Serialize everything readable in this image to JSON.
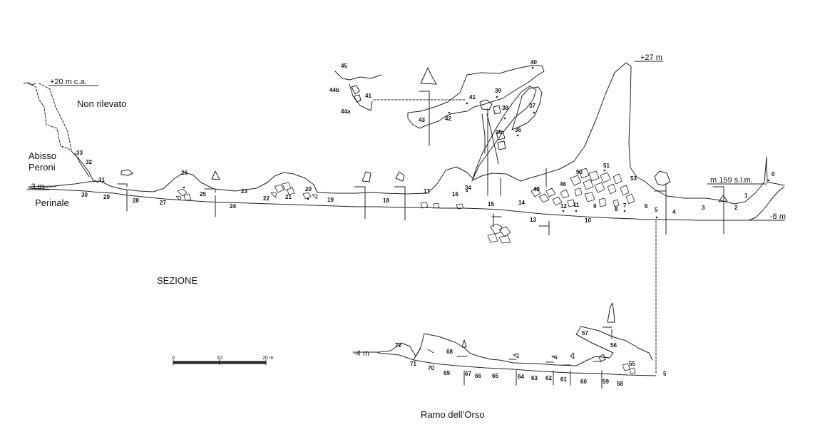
{
  "labels": {
    "non_rilevato": "Non rilevato",
    "abisso": "Abisso",
    "peroni": "Peroni",
    "perinale": "Perinale",
    "sezione": "SEZIONE",
    "ramo": "Ramo dell’Orso"
  },
  "elevations": {
    "top_left": "+20 m c.a.",
    "top_right": "+27 m",
    "entrance": "m 159 s.l.m.",
    "left_floor": "-3 m",
    "right_floor": "-8 m",
    "ramo_floor": "-4 m"
  },
  "scale_bar": {
    "ticks": [
      "0",
      "10",
      "20 m"
    ]
  },
  "stations": {
    "s0": "0",
    "s1": "1",
    "s2": "2",
    "s3": "3",
    "s4": "4",
    "s5": "5",
    "s6": "6",
    "s7": "7",
    "s8": "8",
    "s9": "9",
    "s10": "10",
    "s11": "11",
    "s12": "12",
    "s13": "13",
    "s14": "14",
    "s15": "15",
    "s16": "16",
    "s17": "17",
    "s18": "18",
    "s19": "19",
    "s20": "20",
    "s21": "21",
    "s22": "22",
    "s23": "23",
    "s24": "24",
    "s25": "25",
    "s26": "26",
    "s27": "27",
    "s28": "28",
    "s29": "29",
    "s30": "30",
    "s31": "31",
    "s32": "32",
    "s33": "33",
    "s34": "34",
    "s35": "35",
    "s36": "36",
    "s37": "37",
    "s38": "38",
    "s39": "39",
    "s40": "40",
    "s41a": "41",
    "s41b": "41",
    "s42": "42",
    "s43": "43",
    "s44a": "44a",
    "s44b": "44b",
    "s45": "45",
    "s46": "46",
    "s48": "48",
    "s50": "50",
    "s51": "51",
    "s53": "53",
    "r5": "5",
    "r55": "55",
    "r56": "56",
    "r57": "57",
    "r58": "58",
    "r59": "59",
    "r60": "60",
    "r61": "61",
    "r62": "62",
    "r63": "63",
    "r64": "64",
    "r65": "65",
    "r66": "66",
    "r67": "67",
    "r68": "68",
    "r69": "69",
    "r70": "70",
    "r71": "71",
    "r72": "72"
  }
}
